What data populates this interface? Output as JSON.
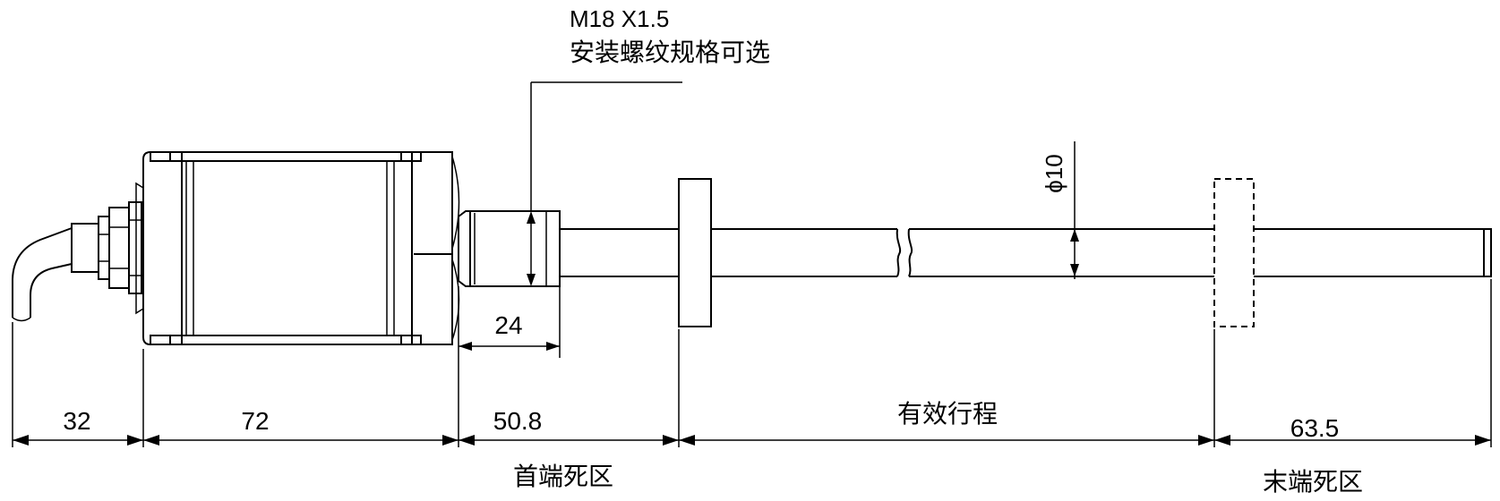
{
  "callout": {
    "thread_spec": "M18 X1.5",
    "thread_note": "安装螺纹规格可选"
  },
  "dimensions": {
    "cable_length": "32",
    "head_length": "72",
    "hex_width": "24",
    "rod_diameter": "ϕ10",
    "null_zone_start": "50.8",
    "stroke": "有效行程",
    "null_zone_end": "63.5"
  },
  "zone_labels": {
    "start": "首端死区",
    "end": "末端死区"
  }
}
